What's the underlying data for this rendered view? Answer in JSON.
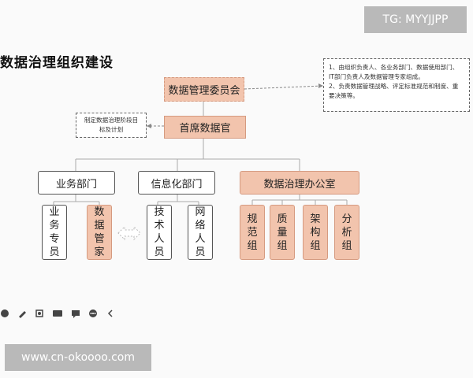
{
  "watermark_top": "TG: MYYJJPP",
  "watermark_bottom": "www.cn-okoooo.com",
  "title": "数据治理组织建设",
  "nodes": {
    "committee": "数据管理委员会",
    "cdo": "首席数据官",
    "cdo_note": [
      "制定数据治理阶段目",
      "标及计划"
    ],
    "business_dept": "业务部门",
    "it_dept": "信息化部门",
    "office": "数据治理办公室",
    "business_expert": [
      "业",
      "务",
      "专",
      "员"
    ],
    "data_steward": [
      "数",
      "据",
      "管",
      "家"
    ],
    "tech_staff": [
      "技",
      "术",
      "人",
      "员"
    ],
    "network_staff": [
      "网",
      "络",
      "人",
      "员"
    ],
    "spec_group": [
      "规",
      "范",
      "组"
    ],
    "quality_group": [
      "质",
      "量",
      "组"
    ],
    "arch_group": [
      "架",
      "构",
      "组"
    ],
    "analysis_group": [
      "分",
      "析",
      "组"
    ]
  },
  "committee_note": [
    "1、由组织负责人、各业务部门、数据使用部门、",
    "IT部门负责人及数据管理专家组成。",
    "2、负责数据管理战略、评定标准规范和制度、重",
    "要决策等。"
  ],
  "colors": {
    "peach": "#f2c4ad",
    "peach_border": "#d59a80",
    "line": "#aaaaaa"
  },
  "toolbar_icons": [
    "pen-icon",
    "pencil-icon",
    "screenshot-icon",
    "video-icon",
    "comment-icon",
    "more-icon",
    "collapse-icon"
  ]
}
